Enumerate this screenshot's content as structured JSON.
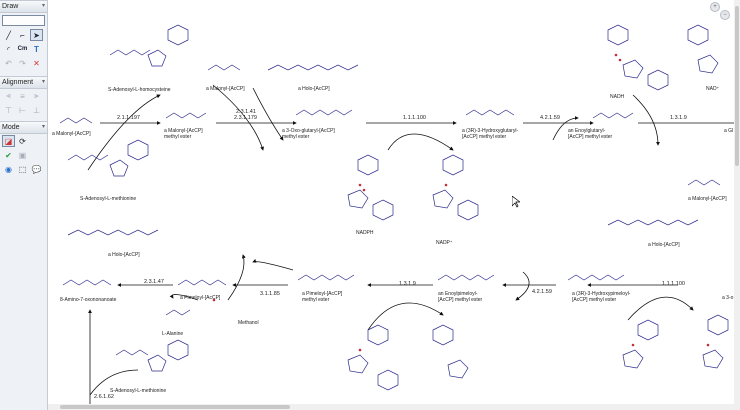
{
  "sidebar": {
    "draw_title": "Draw",
    "alignment_title": "Alignment",
    "mode_title": "Mode",
    "draw_tools": [
      "pointer",
      "line",
      "step",
      "curve",
      "rectangle",
      "bracket",
      "text-cm",
      "text",
      "undo",
      "redo",
      "delete"
    ],
    "text_cm_label": "Cm",
    "text_tool_label": "T"
  },
  "canvas": {
    "compounds": {
      "malonyl_acp_1": "a Malonyl-[AcCP]",
      "sah_top": "S-Adenosyl-L-homocysteine",
      "malonyl_methyl_ester": [
        "a Malonyl-[AcCP]",
        "methyl ester"
      ],
      "sam_top": "S-Adenosyl-L-methionine",
      "malonyl_acp_2": "a Malonyl-[AcCP]",
      "holo_acp_top": "a Holo-[AcCP]",
      "oxo_glutaryl": [
        "a 3-Oxo-glutaryl-[AcCP]",
        "methyl ester"
      ],
      "hydroxyglutaryl": [
        "a (3R)-3-Hydroxyglutaryl-",
        "[AcCP] methyl ester"
      ],
      "nadph": "NADPH",
      "nadp": "NADP⁺",
      "enoylglutaryl": [
        "an Enoylglutaryl-",
        "[AcCP] methyl ester"
      ],
      "nadh": "NADH",
      "nad": "NAD⁺",
      "gl_cut": "a Gl",
      "malonyl_acp_right": "a Malonyl-[AcCP]",
      "holo_acp_right": "a Holo-[AcCP]",
      "holo_acp_left": "a Holo-[AcCP]",
      "amino_oxononanoate": "8-Amino-7-oxononanoate",
      "pimeloyl_acp": "a Pimeloyl-[AcCP]",
      "alanine": "L-Alanine",
      "methanol": "Methanol",
      "pimeloyl_methyl_ester": [
        "a Pimeloyl-[AcCP]",
        "methyl ester"
      ],
      "enoylpimeloyl": [
        "an Enoylpimeloyl-",
        "[AcCP] methyl ester"
      ],
      "hydroxypimeloyl": [
        "a (3R)-3-Hydroxypimeloyl-",
        "[AcCP] methyl ester"
      ],
      "right_cut": "a 3-o",
      "sam_bottom": "S-Adenosyl-L-methionine"
    },
    "enzymes": {
      "e1": "2.1.1.197",
      "e2a": "2.3.1.41",
      "e2b": "2.3.1.179",
      "e3": "1.1.1.100",
      "e4": "4.2.1.59",
      "e5": "1.3.1.9",
      "e6": "1.1.1.100",
      "e7": "4.2.1.59",
      "e8": "1.3.1.9",
      "e9": "3.1.1.85",
      "e10": "2.3.1.47",
      "e11": "2.6.1.62"
    }
  },
  "zoom": {
    "in": "+",
    "out": "−"
  }
}
